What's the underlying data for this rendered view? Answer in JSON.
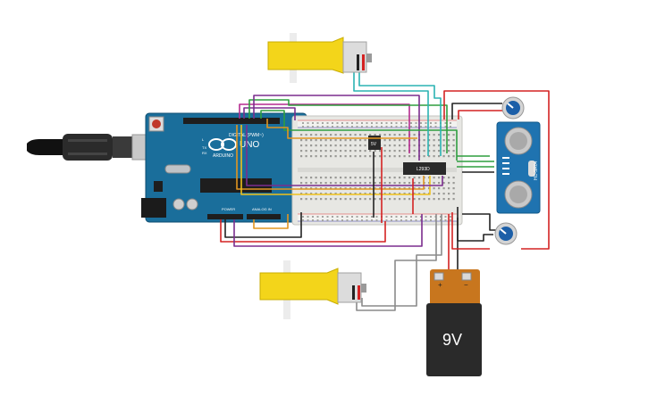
{
  "colors": {
    "arduino_board": "#1a6e9b",
    "breadboard": "#e7e7e3",
    "motor_body": "#f3d51a",
    "battery_top": "#c8761e",
    "battery_body": "#2a2a2a",
    "sensor_board": "#1f73b0",
    "potentiometer_knob": "#1c5fa8",
    "wire_red": "#d42222",
    "wire_black": "#222222",
    "wire_purple": "#7b2d8e",
    "wire_orange": "#e29520",
    "wire_green": "#2f9e3f",
    "wire_teal": "#2bb3b3",
    "wire_gray": "#8a8a8a",
    "wire_magenta": "#b52c8f"
  },
  "arduino": {
    "model": "UNO",
    "brand": "ARDUINO",
    "digital_label": "DIGITAL (PWM~)",
    "power_label": "POWER",
    "analog_label": "ANALOG IN",
    "tx_label": "TX",
    "rx_label": "RX",
    "l_label": "L"
  },
  "breadboard": {
    "regulator_label": "5V",
    "driver_chip_label": "L293D"
  },
  "battery": {
    "label": "9V",
    "plus": "+",
    "minus": "−"
  },
  "ultrasonic_sensor": {
    "model_label": "HC-SR04"
  },
  "icons": {
    "usb_cable": "usb-cable-icon",
    "gear_motor": "dc-gear-motor-icon",
    "potentiometer": "potentiometer-icon",
    "battery": "battery-9v-icon"
  }
}
